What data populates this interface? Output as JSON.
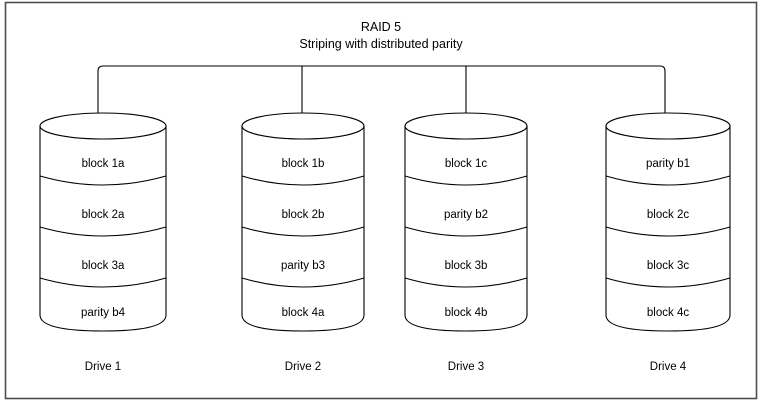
{
  "diagram": {
    "title": "RAID 5",
    "subtitle": "Striping with distributed parity",
    "frame_color": "#4d4d4d",
    "line_color": "#000000",
    "background": "#ffffff",
    "drives": [
      {
        "label": "Drive 1",
        "blocks": [
          "block 1a",
          "block 2a",
          "block 3a",
          "parity b4"
        ]
      },
      {
        "label": "Drive 2",
        "blocks": [
          "block 1b",
          "block 2b",
          "parity b3",
          "block 4a"
        ]
      },
      {
        "label": "Drive 3",
        "blocks": [
          "block 1c",
          "parity b2",
          "block 3b",
          "block 4b"
        ]
      },
      {
        "label": "Drive 4",
        "blocks": [
          "parity b1",
          "block 2c",
          "block 3c",
          "block 4c"
        ]
      }
    ]
  }
}
